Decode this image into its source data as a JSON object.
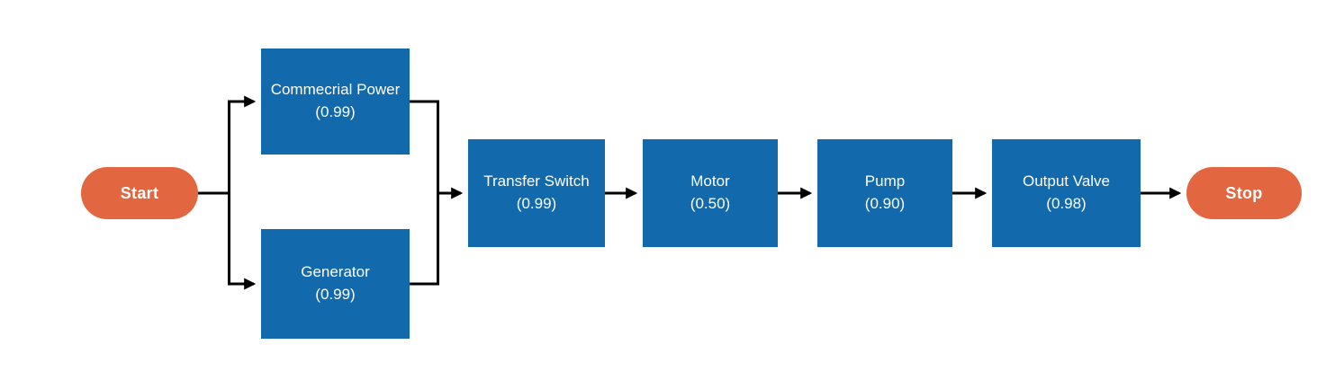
{
  "diagram": {
    "type": "reliability-block-diagram",
    "terminals": {
      "start": {
        "label": "Start"
      },
      "stop": {
        "label": "Stop"
      }
    },
    "blocks": [
      {
        "id": "commercial-power",
        "title": "Commecrial Power",
        "probability": "(0.99)"
      },
      {
        "id": "generator",
        "title": "Generator",
        "probability": "(0.99)"
      },
      {
        "id": "transfer-switch",
        "title": "Transfer Switch",
        "probability": "(0.99)"
      },
      {
        "id": "motor",
        "title": "Motor",
        "probability": "(0.50)"
      },
      {
        "id": "pump",
        "title": "Pump",
        "probability": "(0.90)"
      },
      {
        "id": "output-valve",
        "title": "Output Valve",
        "probability": "(0.98)"
      }
    ],
    "connections": [
      "Start -> Commecrial Power",
      "Start -> Generator",
      "Commecrial Power -> Transfer Switch",
      "Generator -> Transfer Switch",
      "Transfer Switch -> Motor",
      "Motor -> Pump",
      "Pump -> Output Valve",
      "Output Valve -> Stop"
    ],
    "colors": {
      "block_fill": "#1269ac",
      "terminal_fill": "#e2663f",
      "connector": "#000000",
      "text": "#ffffff"
    }
  }
}
